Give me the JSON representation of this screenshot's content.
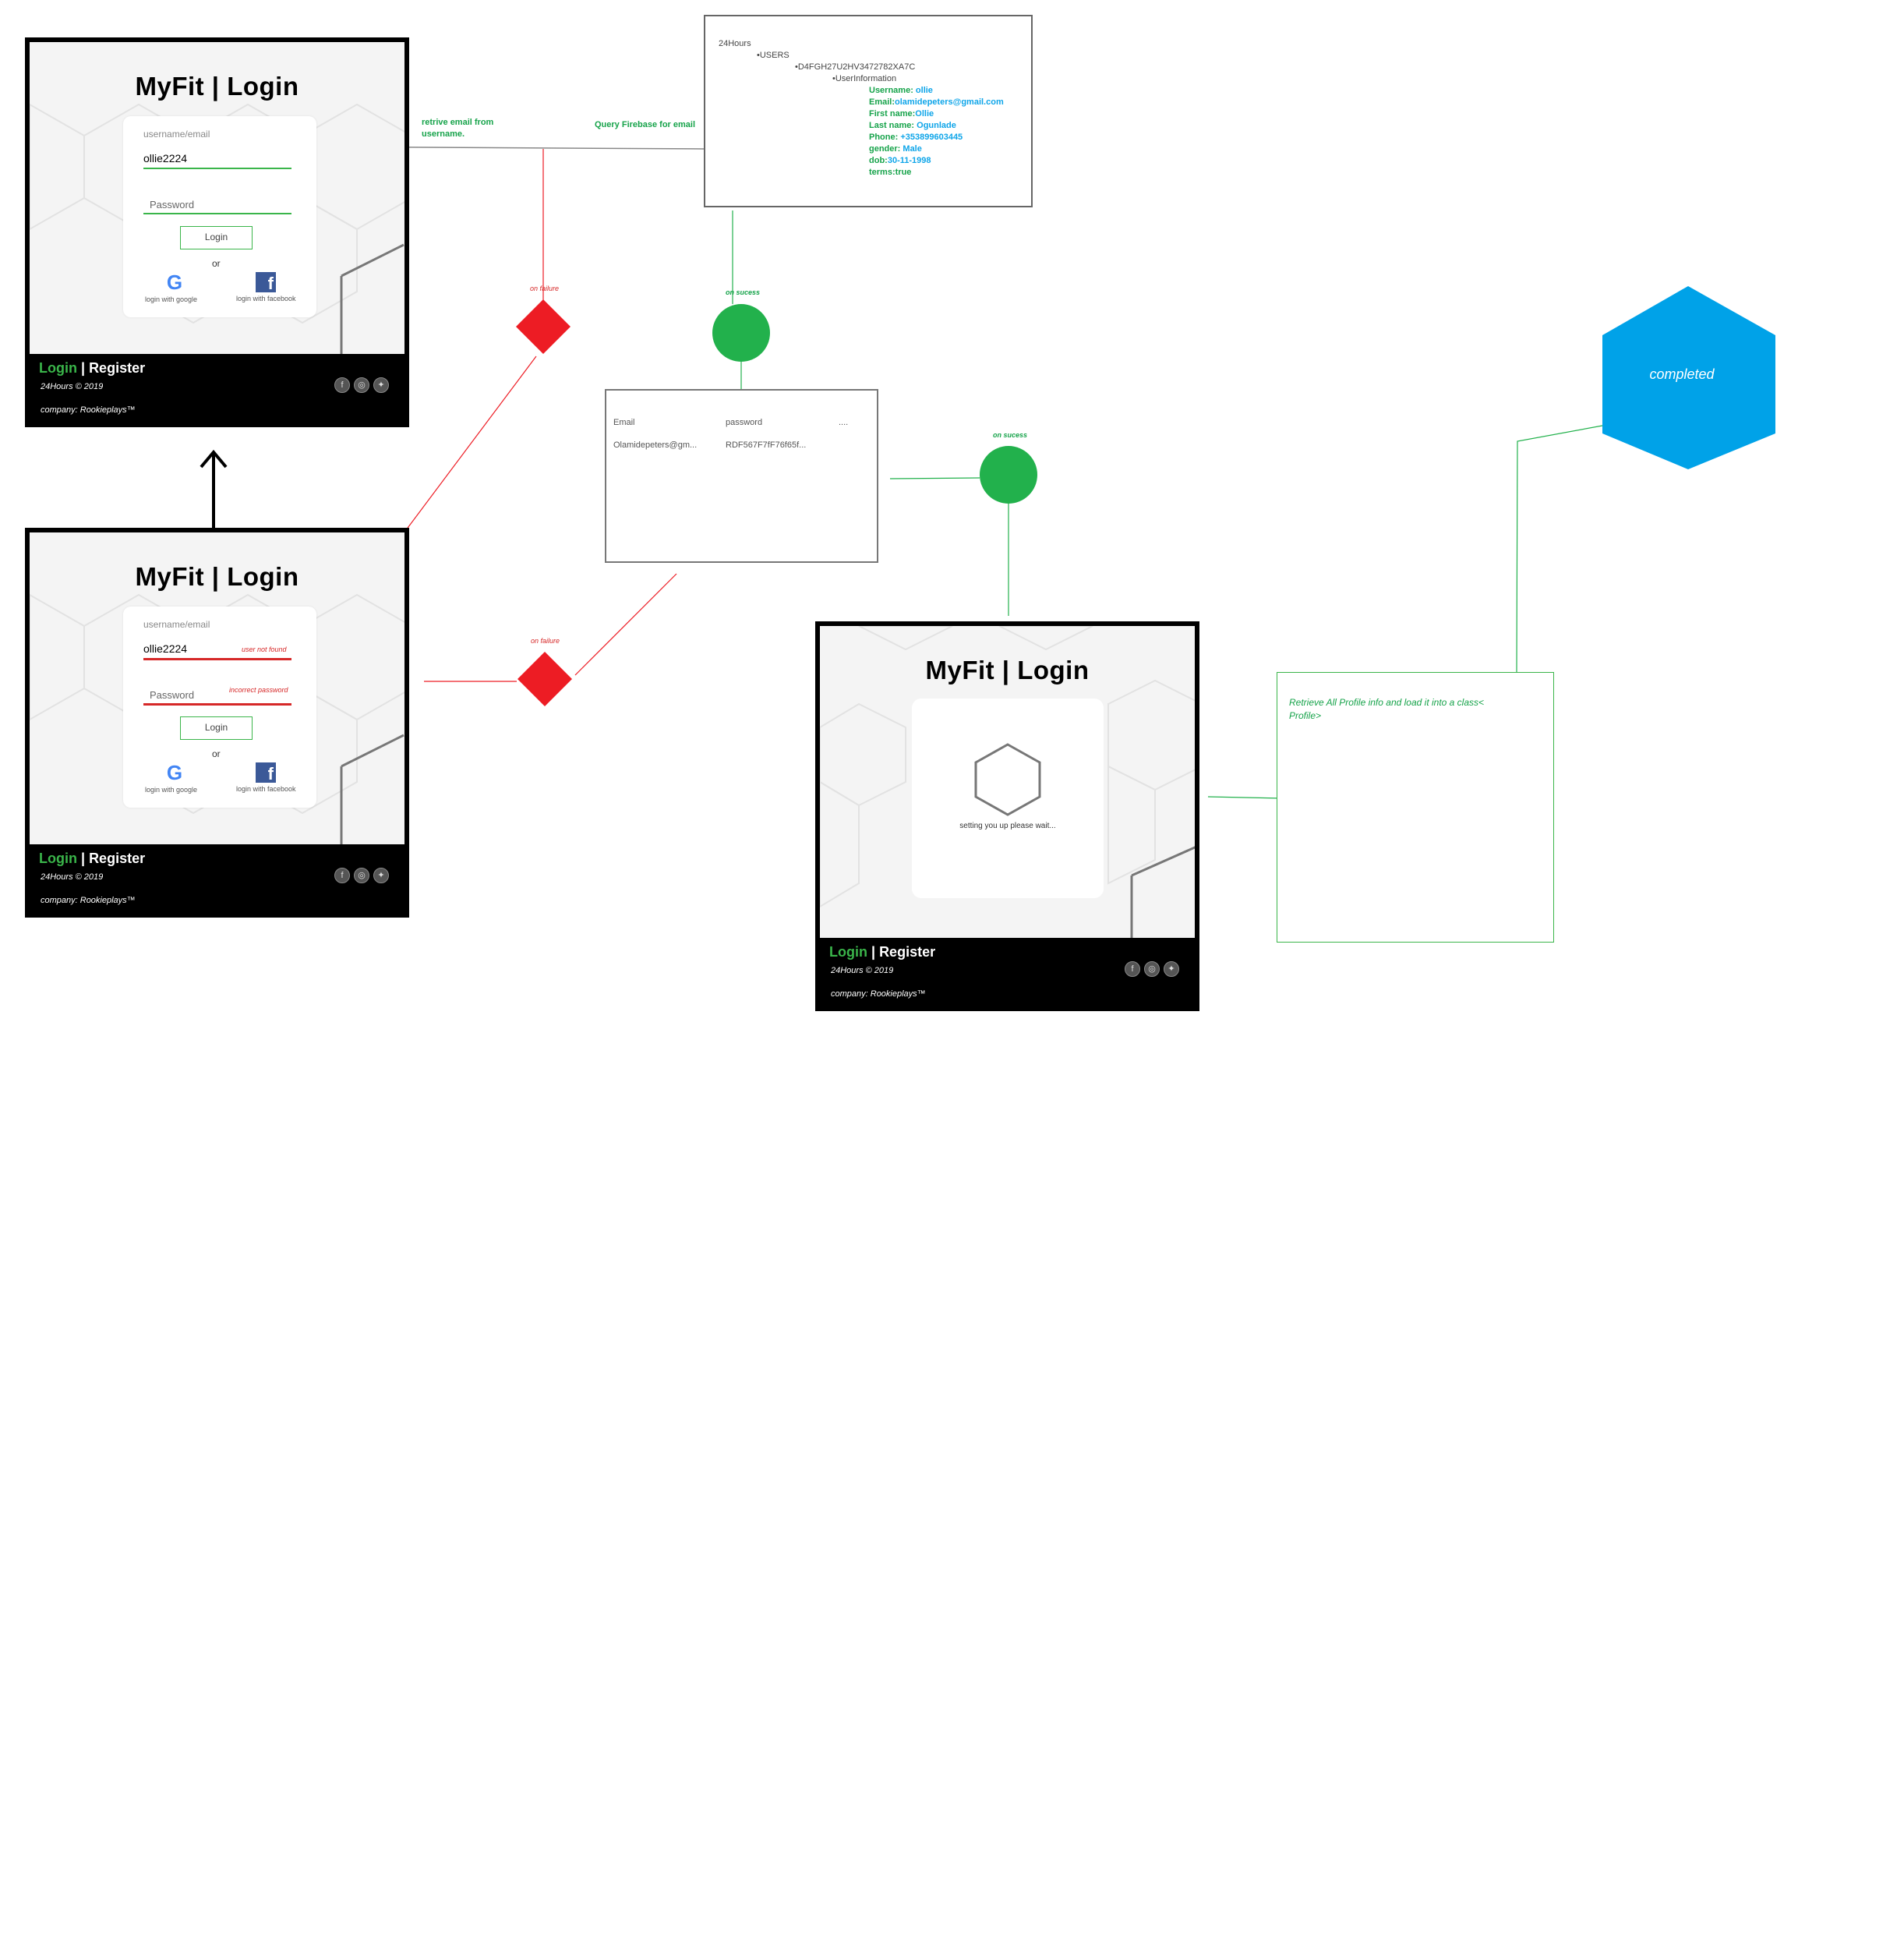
{
  "screens": [
    {
      "id": "top",
      "title": "MyFit | Login",
      "username_placeholder": "username/email",
      "username_value": "ollie2224",
      "password_placeholder": "Password",
      "login_button": "Login",
      "or_text": "or",
      "google_label": "login with google",
      "facebook_label": "login with facebook",
      "footer": {
        "login": "Login",
        "separator": "|",
        "register": "Register",
        "copyright": "24Hours © 2019",
        "company": "company: Rookieplays™"
      }
    },
    {
      "id": "bottom",
      "title": "MyFit | Login",
      "username_placeholder": "username/email",
      "username_value": "ollie2224",
      "username_error": "user not found",
      "password_placeholder": "Password",
      "password_error": "incorrect password",
      "login_button": "Login",
      "or_text": "or",
      "google_label": "login with google",
      "facebook_label": "login with facebook",
      "footer": {
        "login": "Login",
        "separator": "|",
        "register": "Register",
        "copyright": "24Hours © 2019",
        "company": "company: Rookieplays™"
      }
    },
    {
      "id": "loading",
      "title": "MyFit | Login",
      "loading_text": "setting you up please wait...",
      "footer": {
        "login": "Login",
        "separator": "|",
        "register": "Register",
        "copyright": "24Hours © 2019",
        "company": "company: Rookieplays™"
      }
    }
  ],
  "firebase": {
    "root": "24Hours",
    "users": "•USERS",
    "uid": "•D4FGH27U2HV3472782XA7C",
    "info": "•UserInformation",
    "fields": [
      {
        "label": "Username: ",
        "value": "ollie"
      },
      {
        "label": "Email:",
        "value": "olamidepeters@gmail.com"
      },
      {
        "label": "First name:",
        "value": "Ollie"
      },
      {
        "label": "Last name: ",
        "value": "Ogunlade"
      },
      {
        "label": "Phone: ",
        "value": "+353899603445"
      },
      {
        "label": "gender: ",
        "value": "Male"
      },
      {
        "label": "dob:",
        "value": "30-11-1998"
      },
      {
        "label": "terms:",
        "value": "true"
      }
    ]
  },
  "auth_table": {
    "headers": [
      "Email",
      "password",
      "...."
    ],
    "row": [
      "Olamidepeters@gm...",
      "RDF567F7fF76f65f..."
    ]
  },
  "notes": {
    "retrieve_email": "retrive email from\nusername.",
    "query_firebase": "Query Firebase for email",
    "on_failure_1": "on failure",
    "on_failure_2": "on failure",
    "on_success_1": "on sucess",
    "on_success_2": "on sucess"
  },
  "profile_box": "Retrieve All Profile info and load it into a class< Profile>",
  "completed": "completed",
  "colors": {
    "success": "#22b14c",
    "failure": "#ed1c24",
    "completed": "#00a2e8",
    "accent_green": "#3ab54a"
  },
  "icons": [
    "google-icon",
    "facebook-icon",
    "instagram-icon",
    "twitter-icon",
    "arrow-up-icon",
    "hexagon-spinner-icon"
  ]
}
